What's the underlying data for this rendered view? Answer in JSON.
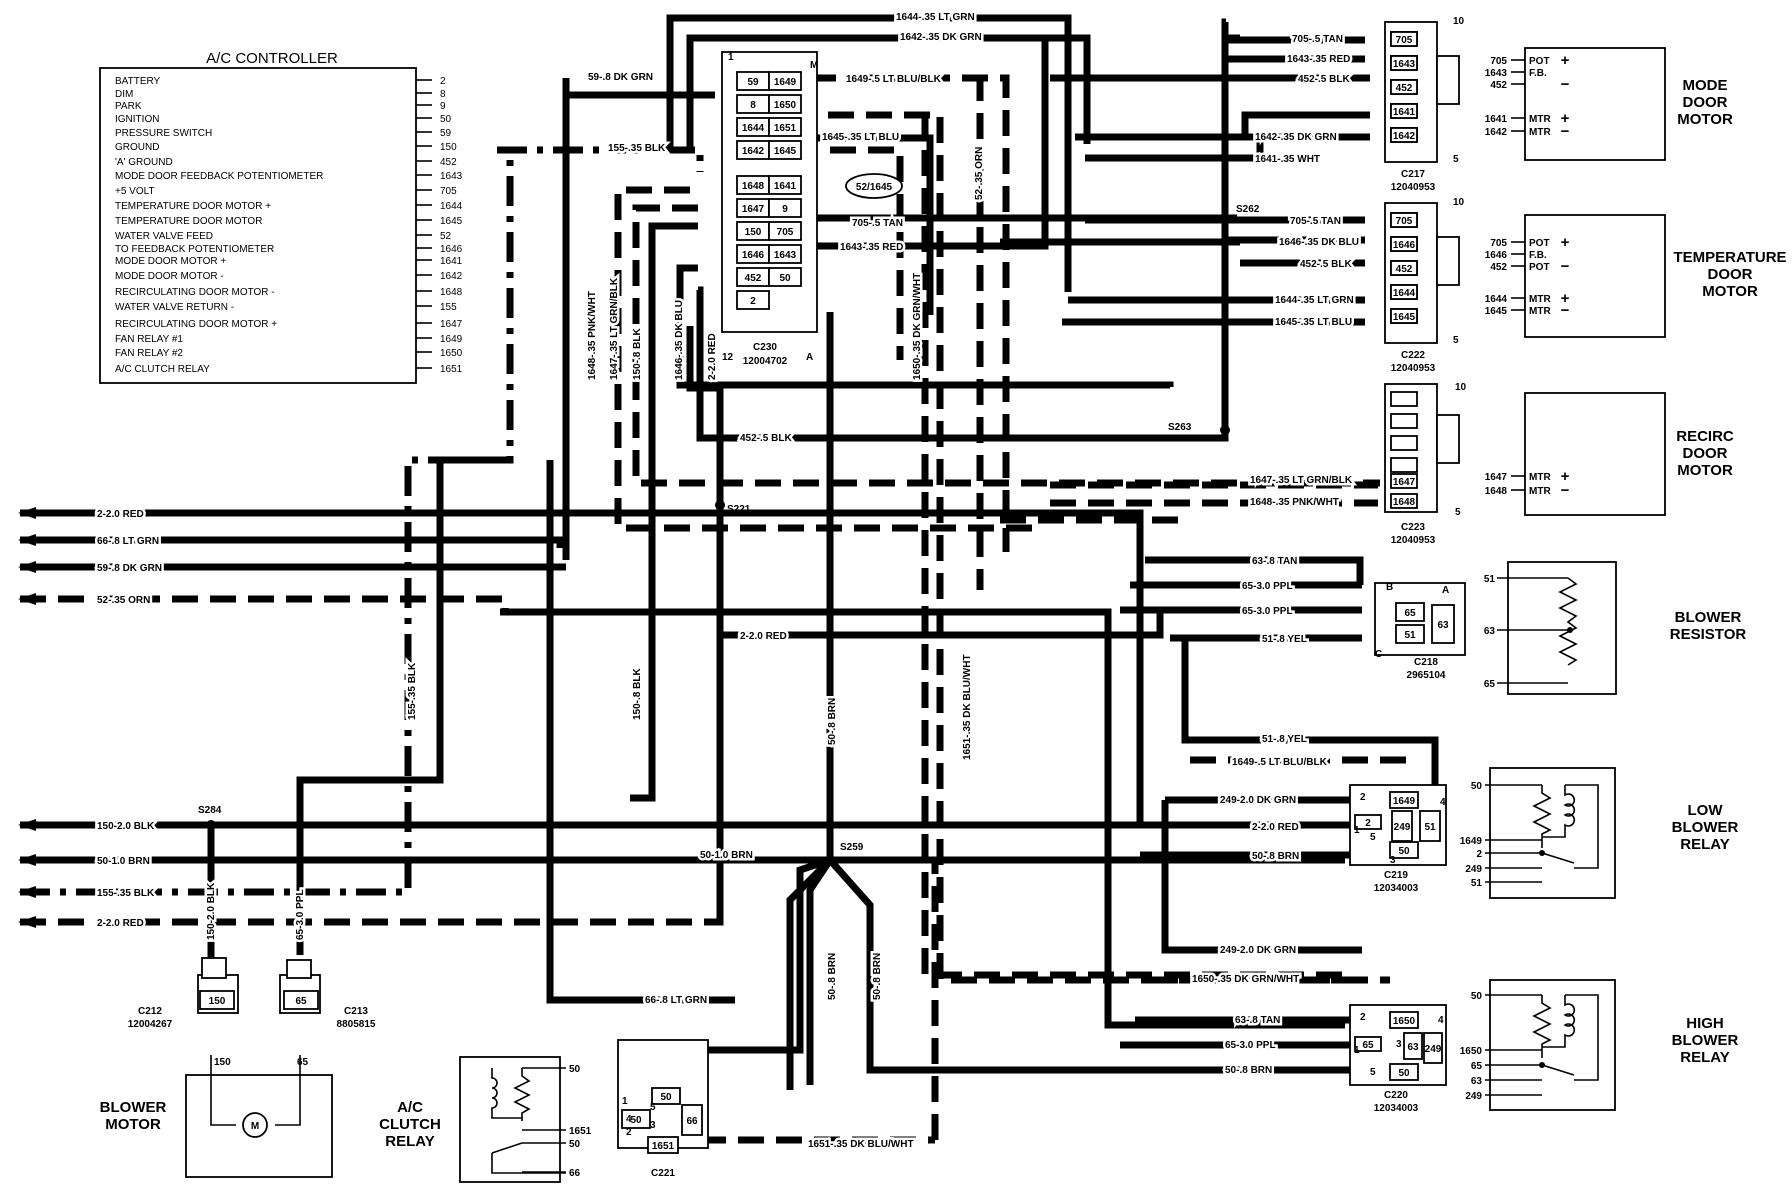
{
  "controller": {
    "title": "A/C CONTROLLER",
    "rows": [
      {
        "label": "BATTERY",
        "pin": "2"
      },
      {
        "label": "DIM",
        "pin": "8"
      },
      {
        "label": "PARK",
        "pin": "9"
      },
      {
        "label": "IGNITION",
        "pin": "50"
      },
      {
        "label": "PRESSURE SWITCH",
        "pin": "59"
      },
      {
        "label": "GROUND",
        "pin": "150"
      },
      {
        "label": "'A' GROUND",
        "pin": "452"
      },
      {
        "label": "MODE DOOR FEEDBACK POTENTIOMETER",
        "pin": "1643"
      },
      {
        "label": "+5 VOLT",
        "pin": "705"
      },
      {
        "label": "TEMPERATURE DOOR MOTOR +",
        "pin": "1644"
      },
      {
        "label": "TEMPERATURE DOOR MOTOR",
        "pin": "1645"
      },
      {
        "label": "WATER VALVE FEED",
        "pin": "52"
      },
      {
        "label": "TO FEEDBACK POTENTIOMETER",
        "pin": "1646"
      },
      {
        "label": "MODE DOOR MOTOR +",
        "pin": "1641"
      },
      {
        "label": "MODE DOOR MOTOR -",
        "pin": "1642"
      },
      {
        "label": "RECIRCULATING DOOR MOTOR -",
        "pin": "1648"
      },
      {
        "label": "WATER VALVE RETURN -",
        "pin": "155"
      },
      {
        "label": "RECIRCULATING DOOR MOTOR +",
        "pin": "1647"
      },
      {
        "label": "FAN RELAY #1",
        "pin": "1649"
      },
      {
        "label": "FAN RELAY #2",
        "pin": "1650"
      },
      {
        "label": "A/C CLUTCH RELAY",
        "pin": "1651"
      }
    ]
  },
  "c230": {
    "name": "C230",
    "part": "12004702",
    "pin_top_left": "1",
    "pin_top_right": "M",
    "pin_bottom_left": "12",
    "pin_bottom_right": "A",
    "left_cells": [
      "59",
      "8",
      "1644",
      "1642",
      "1648",
      "1647",
      "150",
      "1646",
      "452",
      "2"
    ],
    "right_cells": [
      "1649",
      "1650",
      "1651",
      "1645",
      "1641",
      "9",
      "705",
      "1643",
      "50"
    ],
    "callout": "52/1645"
  },
  "left_wires": [
    {
      "label": "2-2.0 RED"
    },
    {
      "label": "66-.8 LT GRN"
    },
    {
      "label": "59-.8 DK GRN"
    },
    {
      "label": "52-.35 ORN"
    },
    {
      "label": "150-2.0 BLK"
    },
    {
      "label": "50-1.0 BRN"
    },
    {
      "label": "155-.35 BLK"
    },
    {
      "label": "2-2.0 RED"
    }
  ],
  "wire_labels": {
    "w1644_top": "1644-.35 LT GRN",
    "w1642_top": "1642-.35 DK GRN",
    "w59": "59-.8 DK GRN",
    "w1649_top": "1649-.5 LT BLU/BLK",
    "w155": "155-.35 BLK",
    "w1645_top": "1645-.35 LT BLU",
    "w705_mid": "705-.5 TAN",
    "w1643_mid": "1643-.35 RED",
    "w452_mid": "452-.5 BLK",
    "w2_mid": "2-2.0 RED",
    "w705_m": "705-.5 TAN",
    "w1643_m": "1643-.35 RED",
    "w452_m": "452-.5 BLK",
    "w1642_m": "1642-.35 DK GRN",
    "w1641_m": "1641-.35 WHT",
    "w705_t": "705-.5 TAN",
    "w1646_t": "1646-.35 DK BLU",
    "w452_t": "452-.5 BLK",
    "w1644_t": "1644-.35 LT GRN",
    "w1645_t": "1645-.35 LT BLU",
    "w1647_r": "1647-.35 LT GRN/BLK",
    "w1648_r": "1648-.35 PNK/WHT",
    "w63_b": "63-.8 TAN",
    "w65_b1": "65-3.0 PPL",
    "w65_b2": "65-3.0 PPL",
    "w51_b": "51-.8 YEL",
    "w51_l": "51-.8 YEL",
    "w1649_l": "1649-.5 LT BLU/BLK",
    "w249_l": "249-2.0 DK GRN",
    "w2_l": "2-2.0 RED",
    "w50_l": "50-.8 BRN",
    "w249_h": "249-2.0 DK GRN",
    "w1650_h": "1650-.35 DK GRN/WHT",
    "w63_h": "63-.8 TAN",
    "w65_h": "65-3.0 PPL",
    "w50_h": "50-.8 BRN",
    "w50_10": "50-1.0 BRN",
    "w66_lt": "66-.8 LT GRN",
    "w50_brn_cl": "50-.8/BRN",
    "w1651_bot": "1651-.35 DK BLU/WHT",
    "v1648": "1648-.35 PNK/WHT",
    "v1647": "1647-.35 LT GRN/BLK",
    "v150": "150-.8 BLK",
    "v1646": "1646-.35 DK BLU",
    "v2red": "2-2.0 RED",
    "v1650": "1650-.35 DK GRN/WHT",
    "v52": "52-.35 ORN",
    "v155": "155-.35 BLK",
    "v150b": "150-.8 BLK",
    "v50a": "50-.8 BRN",
    "v1651": "1651-.35 DK BLU/WHT",
    "v150_2": "150-2.0 BLK",
    "v65_3": "65-3.0 PPL",
    "v50b": "50-.8 BRN",
    "v50c": "50-.8 BRN"
  },
  "splices": [
    "S221",
    "S262",
    "S263",
    "S284",
    "S259"
  ],
  "mode_door": {
    "title_lines": [
      "MODE",
      "DOOR",
      "MOTOR"
    ],
    "connector": "C217",
    "part": "12040953",
    "pin_top": "10",
    "pin_bottom": "5",
    "cells": [
      "705",
      "1643",
      "452",
      "1641",
      "1642"
    ],
    "terms": [
      {
        "wire": "705",
        "name": "POT",
        "sign": "+"
      },
      {
        "wire": "1643",
        "name": "F.B.",
        "sign": ""
      },
      {
        "wire": "452",
        "name": "",
        "sign": "−"
      },
      {
        "wire": "1641",
        "name": "MTR",
        "sign": "+"
      },
      {
        "wire": "1642",
        "name": "MTR",
        "sign": "−"
      }
    ]
  },
  "temp_door": {
    "title_lines": [
      "TEMPERATURE",
      "DOOR",
      "MOTOR"
    ],
    "connector": "C222",
    "part": "12040953",
    "pin_top": "10",
    "pin_bottom": "5",
    "cells": [
      "705",
      "1646",
      "452",
      "1644",
      "1645"
    ],
    "terms": [
      {
        "wire": "705",
        "name": "POT",
        "sign": "+"
      },
      {
        "wire": "1646",
        "name": "F.B.",
        "sign": ""
      },
      {
        "wire": "452",
        "name": "POT",
        "sign": "−"
      },
      {
        "wire": "1644",
        "name": "MTR",
        "sign": "+"
      },
      {
        "wire": "1645",
        "name": "MTR",
        "sign": "−"
      }
    ]
  },
  "recirc_door": {
    "title_lines": [
      "RECIRC",
      "DOOR",
      "MOTOR"
    ],
    "connector": "C223",
    "part": "12040953",
    "pin_top": "10",
    "pin_bottom": "5",
    "cells": [
      "1647",
      "1648"
    ],
    "terms": [
      {
        "wire": "1647",
        "name": "MTR",
        "sign": "+"
      },
      {
        "wire": "1648",
        "name": "MTR",
        "sign": "−"
      }
    ]
  },
  "blower_resistor": {
    "title_lines": [
      "BLOWER",
      "RESISTOR"
    ],
    "connector": "C218",
    "part": "2965104",
    "pin_a": "A",
    "pin_b": "B",
    "pin_c": "C",
    "cells": [
      "65",
      "51",
      "63"
    ],
    "terms": [
      "51",
      "63",
      "65"
    ]
  },
  "low_relay": {
    "title_lines": [
      "LOW",
      "BLOWER",
      "RELAY"
    ],
    "connector": "C219",
    "part": "12034003",
    "cells": [
      "1649",
      "2",
      "249",
      "51",
      "50"
    ],
    "pins": [
      "2",
      "1",
      "5",
      "4",
      "3"
    ],
    "terms": [
      "50",
      "1649",
      "2",
      "249",
      "51"
    ]
  },
  "high_relay": {
    "title_lines": [
      "HIGH",
      "BLOWER",
      "RELAY"
    ],
    "connector": "C220",
    "part": "12034003",
    "cells": [
      "1650",
      "65",
      "63",
      "249",
      "50"
    ],
    "pins": [
      "2",
      "1",
      "3",
      "4",
      "5"
    ],
    "terms": [
      "50",
      "1650",
      "65",
      "63",
      "249"
    ]
  },
  "blower_motor": {
    "title_lines": [
      "BLOWER",
      "MOTOR"
    ],
    "c212": "C212",
    "c212_part": "12004267",
    "c212_cell": "150",
    "c213": "C213",
    "c213_part": "8805815",
    "c213_cell": "65",
    "motor_symbol": "M",
    "lead_left": "150",
    "lead_right": "65"
  },
  "clutch_relay": {
    "title_lines": [
      "A/C",
      "CLUTCH",
      "RELAY"
    ],
    "connector": "C221",
    "cells": [
      "50",
      "66",
      "1651"
    ],
    "pins": [
      "1",
      "5",
      "3",
      "2",
      "4"
    ],
    "terms": [
      "50",
      "1651",
      "50",
      "66"
    ]
  }
}
